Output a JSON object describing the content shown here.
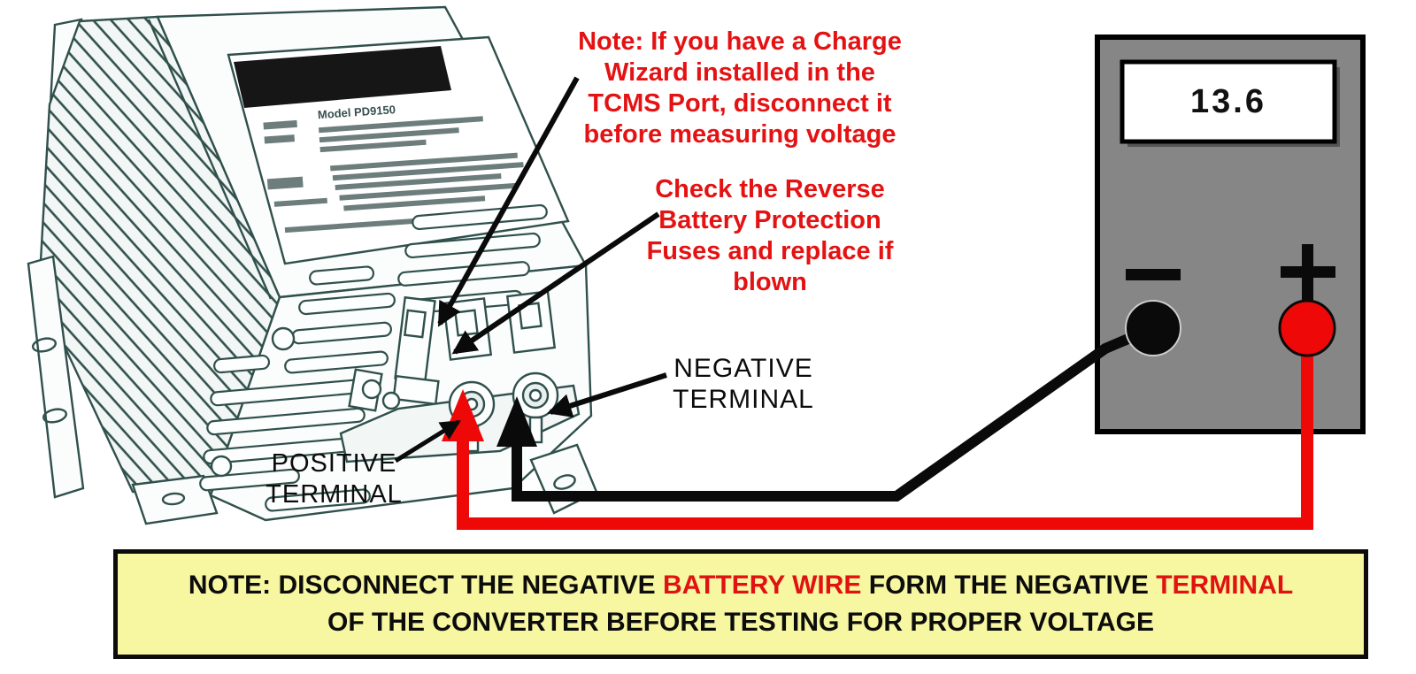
{
  "converter": {
    "model_label": "Model PD9150",
    "notes": {
      "charge_wizard": "Note: If you have a Charge\nWizard installed in the\nTCMS Port, disconnect it\nbefore measuring voltage",
      "fuses": "Check the Reverse\nBattery Protection\nFuses and replace if\nblown"
    },
    "labels": {
      "negative_terminal": "NEGATIVE\nTERMINAL",
      "positive_terminal": "POSITIVE\nTERMINAL"
    }
  },
  "multimeter": {
    "reading": "13.6"
  },
  "banner": {
    "segments": [
      {
        "text": "NOTE: DISCONNECT THE NEGATIVE ",
        "color": "#0c0c0c"
      },
      {
        "text": "BATTERY WIRE",
        "color": "#e01212"
      },
      {
        "text": " FORM THE NEGATIVE ",
        "color": "#0c0c0c"
      },
      {
        "text": "TERMINAL",
        "color": "#e01212"
      }
    ],
    "line2": "OF THE CONVERTER BEFORE TESTING FOR PROPER VOLTAGE"
  },
  "colors": {
    "annotation_red": "#e41212",
    "wire_red": "#ee0808",
    "wire_black": "#0a0a0a",
    "meter_gray": "#868686",
    "banner_yellow": "#f7f6a1",
    "line_art": "#30504c"
  }
}
